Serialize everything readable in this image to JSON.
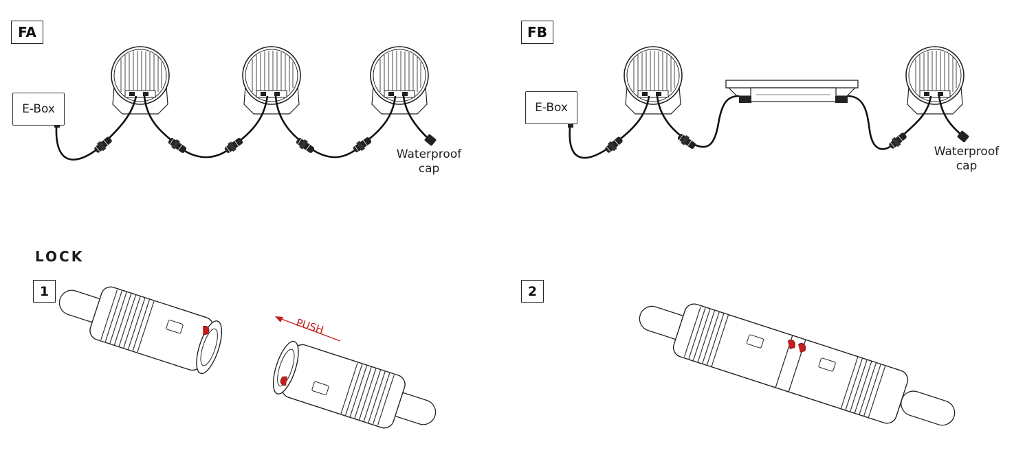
{
  "panels": {
    "fa": {
      "label": "FA",
      "ebox": "E-Box",
      "cap_line1": "Waterproof",
      "cap_line2": "cap"
    },
    "fb": {
      "label": "FB",
      "ebox": "E-Box",
      "cap_line1": "Waterproof",
      "cap_line2": "cap"
    },
    "lock": {
      "title": "LOCK",
      "step1": "1",
      "step2": "2",
      "push": "PUSH"
    }
  },
  "colors": {
    "line": "#111111",
    "accent_red": "#c41e1e",
    "background": "#ffffff"
  },
  "icons": [
    "round-luminaire-icon",
    "linear-luminaire-icon",
    "inline-connector-icon",
    "waterproof-cap-icon",
    "cylindrical-connector-icon"
  ]
}
